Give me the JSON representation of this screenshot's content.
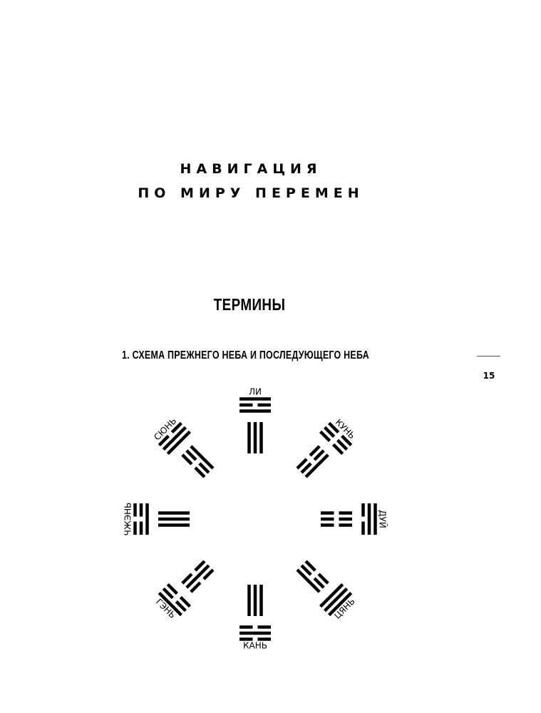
{
  "chapter": {
    "title_line1": "НАВИГАЦИЯ",
    "title_line2": "ПО МИРУ ПЕРЕМЕН"
  },
  "section": {
    "title": "ТЕРМИНЫ"
  },
  "subsection": {
    "title": "1. СХЕМА ПРЕЖНЕГО НЕБА И ПОСЛЕДУЮЩЕГО НЕБА"
  },
  "folio": {
    "page_number": "15"
  },
  "diagram": {
    "ink_color": "#000000",
    "trigrams": [
      {
        "id": "li",
        "label": "ЛИ",
        "angle_deg": 0,
        "outer": [
          1,
          0,
          1
        ],
        "inner": [
          1,
          1,
          1
        ]
      },
      {
        "id": "kun",
        "label": "КУНЬ",
        "angle_deg": 45,
        "outer": [
          0,
          0,
          0
        ],
        "inner": [
          1,
          0,
          0
        ]
      },
      {
        "id": "dui",
        "label": "ДУЙ",
        "angle_deg": 90,
        "outer": [
          1,
          1,
          0
        ],
        "inner": [
          0,
          0,
          0
        ]
      },
      {
        "id": "tsian",
        "label": "ЦЯНЬ",
        "angle_deg": 135,
        "outer": [
          1,
          1,
          1
        ],
        "inner": [
          1,
          0,
          0
        ]
      },
      {
        "id": "kan",
        "label": "КАНЬ",
        "angle_deg": 180,
        "outer": [
          0,
          1,
          0
        ],
        "inner": [
          1,
          1,
          1
        ]
      },
      {
        "id": "gen",
        "label": "ГЭНЬ",
        "angle_deg": 225,
        "outer": [
          1,
          0,
          0
        ],
        "inner": [
          0,
          1,
          0
        ]
      },
      {
        "id": "zhen",
        "label": "ЧЖЭНЬ",
        "angle_deg": 270,
        "outer": [
          0,
          0,
          1
        ],
        "inner": [
          1,
          1,
          1
        ]
      },
      {
        "id": "sun",
        "label": "СЮНЬ",
        "angle_deg": 315,
        "outer": [
          0,
          1,
          1
        ],
        "inner": [
          1,
          0,
          0
        ]
      }
    ]
  }
}
